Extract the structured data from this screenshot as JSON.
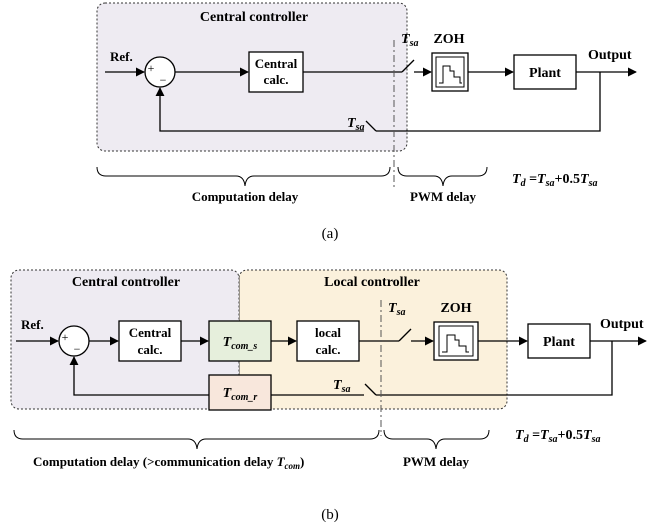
{
  "diagram_a": {
    "group_title": "Central controller",
    "ref": "Ref.",
    "sum_plus": "+",
    "sum_minus": "−",
    "central_calc": [
      "Central",
      "calc."
    ],
    "sampler_top": {
      "base": "T",
      "sub": "sa"
    },
    "zoh": "ZOH",
    "plant": "Plant",
    "output": "Output",
    "sampler_feedback": {
      "base": "T",
      "sub": "sa"
    },
    "delay_computation": "Computation delay",
    "delay_pwm": "PWM delay",
    "equation": {
      "lhs_base": "T",
      "lhs_sub": "d",
      "eq": " =",
      "t1_base": "T",
      "t1_sub": "sa",
      "plus": "+0.5",
      "t2_base": "T",
      "t2_sub": "sa"
    },
    "caption": "(a)"
  },
  "diagram_b": {
    "central_title": "Central controller",
    "local_title": "Local controller",
    "ref": "Ref.",
    "sum_plus": "+",
    "sum_minus": "−",
    "central_calc": [
      "Central",
      "calc."
    ],
    "tcom_s": {
      "base": "T",
      "sub": "com_s"
    },
    "local_calc": [
      "local",
      "calc."
    ],
    "sampler_top": {
      "base": "T",
      "sub": "sa"
    },
    "zoh": "ZOH",
    "plant": "Plant",
    "output": "Output",
    "tcom_r": {
      "base": "T",
      "sub": "com_r"
    },
    "sampler_feedback": {
      "base": "T",
      "sub": "sa"
    },
    "delay_computation": "Computation delay (>communication delay ",
    "delay_computation_t": {
      "base": "T",
      "sub": "com",
      "close": ")"
    },
    "delay_pwm": "PWM delay",
    "equation": {
      "lhs_base": "T",
      "lhs_sub": "d",
      "eq": " =",
      "t1_base": "T",
      "t1_sub": "sa",
      "plus": "+0.5",
      "t2_base": "T",
      "t2_sub": "sa"
    },
    "caption": "(b)"
  },
  "colors": {
    "central_fill": "#eeebf2",
    "local_fill": "#fbf1dc",
    "tcom_s_fill": "#e6efdc",
    "tcom_r_fill": "#f8e7dc"
  }
}
